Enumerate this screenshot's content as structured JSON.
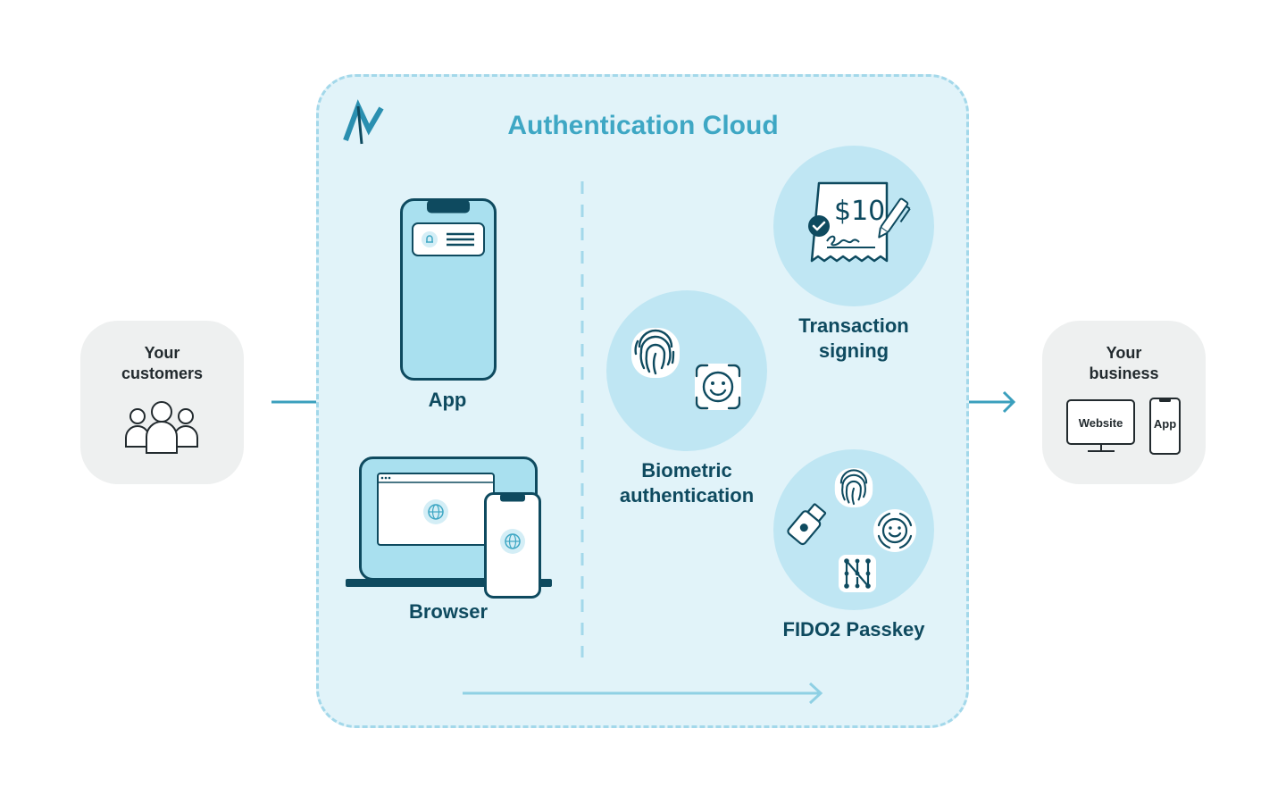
{
  "customers": {
    "line1": "Your",
    "line2": "customers"
  },
  "business": {
    "line1": "Your",
    "line2": "business",
    "website_label": "Website",
    "app_label": "App"
  },
  "cloud": {
    "title": "Authentication Cloud"
  },
  "channels": {
    "app_label": "App",
    "browser_label": "Browser"
  },
  "methods": {
    "biometric_line1": "Biometric",
    "biometric_line2": "authentication",
    "transaction_line1": "Transaction",
    "transaction_line2": "signing",
    "receipt_amount": "$10",
    "fido_label": "FIDO2 Passkey"
  },
  "colors": {
    "dark": "#0e4a5f",
    "accent": "#3ea7c4",
    "cloud_bg": "#e1f3f9",
    "circle": "#bfe6f3",
    "side_bg": "#eef0f0"
  }
}
